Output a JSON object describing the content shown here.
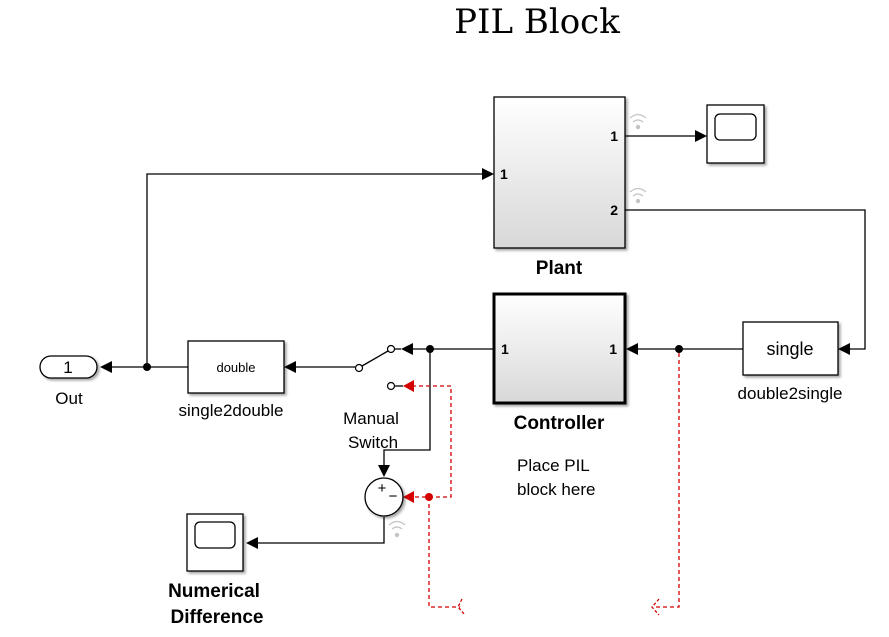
{
  "title": "PIL Block",
  "blocks": {
    "plant": {
      "label": "Plant",
      "in_ports": [
        "1"
      ],
      "out_ports": [
        "1",
        "2"
      ]
    },
    "controller": {
      "label": "Controller",
      "in_ports": [
        "1"
      ],
      "out_ports": [
        "1"
      ]
    },
    "double2single": {
      "label": "double2single",
      "content": "single"
    },
    "single2double": {
      "label": "single2double",
      "content": "double"
    },
    "outport": {
      "label": "Out",
      "content": "1"
    },
    "manual_switch": {
      "label_line1": "Manual",
      "label_line2": "Switch"
    },
    "sum": {
      "signs": [
        "+",
        "−"
      ]
    },
    "scope_numerical": {
      "label_line1": "Numerical",
      "label_line2": "Difference"
    },
    "scope_plant": {
      "label": ""
    }
  },
  "annotation": {
    "line1": "Place PIL",
    "line2": "block here"
  },
  "colors": {
    "wire": "#000000",
    "unconnected_wire": "#d40000",
    "signal_log": "#c0c0c0"
  }
}
